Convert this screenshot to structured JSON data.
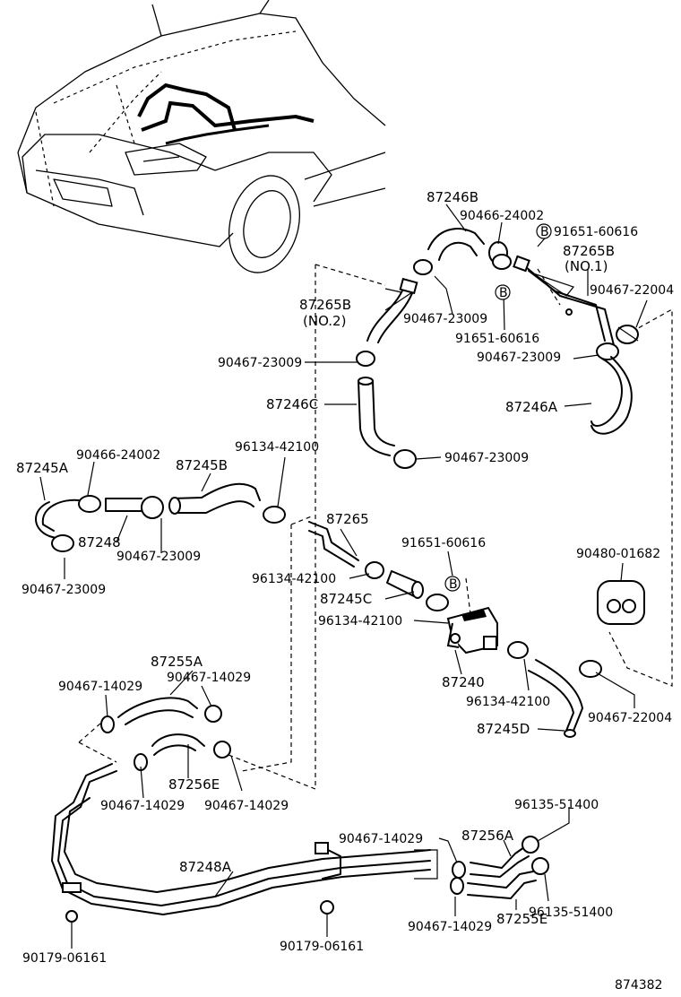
{
  "diagram_number": "874382",
  "labels": {
    "p87246B": "87246B",
    "p90466_24002_top": "90466-24002",
    "p91651_60616_top": "91651-60616",
    "p87265B_no1": "87265B",
    "no1": "(NO.1)",
    "p90467_22004_top": "90467-22004",
    "p87265B_no2": "87265B",
    "no2": "(NO.2)",
    "p90467_23009_a": "90467-23009",
    "p91651_60616_mid": "91651-60616",
    "p90467_23009_b": "90467-23009",
    "p90467_23009_c": "90467-23009",
    "p87246C": "87246C",
    "p87246A": "87246A",
    "p90467_23009_d": "90467-23009",
    "p90466_24002_left": "90466-24002",
    "p96134_42100_a": "96134-42100",
    "p87245A": "87245A",
    "p87245B": "87245B",
    "p87248": "87248",
    "p90467_23009_e": "90467-23009",
    "p90467_23009_f": "90467-23009",
    "p87265": "87265",
    "p91651_60616_low": "91651-60616",
    "p90480_01682": "90480-01682",
    "p96134_42100_b": "96134-42100",
    "p87245C": "87245C",
    "p96134_42100_c": "96134-42100",
    "p87240": "87240",
    "p96134_42100_d": "96134-42100",
    "p90467_22004_low": "90467-22004",
    "p87245D": "87245D",
    "p87255A": "87255A",
    "p90467_14029_a": "90467-14029",
    "p90467_14029_b": "90467-14029",
    "p87256E": "87256E",
    "p90467_14029_c": "90467-14029",
    "p90467_14029_d": "90467-14029",
    "p96135_51400_a": "96135-51400",
    "p90467_14029_e": "90467-14029",
    "p87256A": "87256A",
    "p87248A": "87248A",
    "p96135_51400_b": "96135-51400",
    "p90467_14029_f": "90467-14029",
    "p87255E": "87255E",
    "p90179_06161_a": "90179-06161",
    "p90179_06161_b": "90179-06161"
  },
  "markers": {
    "b1": "B",
    "b2": "B",
    "b3": "B"
  }
}
